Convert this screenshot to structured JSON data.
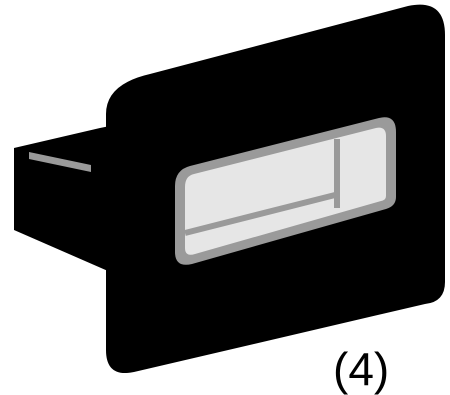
{
  "figure": {
    "label": "(4)"
  },
  "colors": {
    "body": "#000000",
    "window_frame": "#9a9a9a",
    "window_fill": "#e6e6e6",
    "background": "#ffffff"
  },
  "parts": [
    "rear-stem",
    "front-plate",
    "window-opening"
  ]
}
